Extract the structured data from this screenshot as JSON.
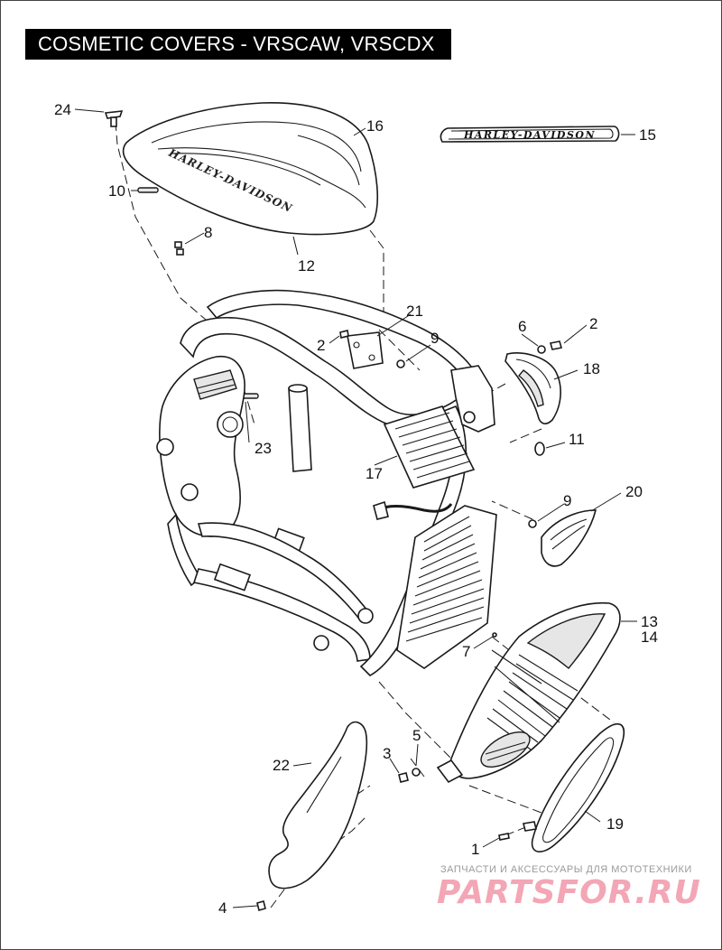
{
  "title": "COSMETIC COVERS - VRSCAW, VRSCDX",
  "emblem_text": "HARLEY-DAVIDSON",
  "tank_text": "HARLEY-DAVIDSON",
  "callouts": {
    "c1": "1",
    "c2a": "2",
    "c2b": "2",
    "c3": "3",
    "c4": "4",
    "c5": "5",
    "c6": "6",
    "c7": "7",
    "c8": "8",
    "c9a": "9",
    "c9b": "9",
    "c10": "10",
    "c11": "11",
    "c12": "12",
    "c13": "13",
    "c14": "14",
    "c15": "15",
    "c16": "16",
    "c17": "17",
    "c18": "18",
    "c19": "19",
    "c20": "20",
    "c21": "21",
    "c22": "22",
    "c23": "23",
    "c24": "24"
  },
  "watermark": {
    "caption": "ЗАПЧАСТИ И АКСЕССУАРЫ ДЛЯ МОТОТЕХНИКИ",
    "logo": "PARTSFOR.RU"
  },
  "colors": {
    "title_bg": "#000000",
    "title_fg": "#ffffff",
    "line": "#1a1a1a",
    "watermark_logo": "#f3a6b5"
  }
}
